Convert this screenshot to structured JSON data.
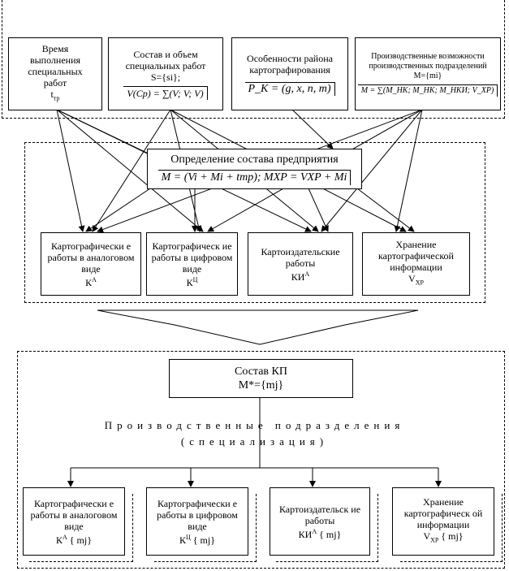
{
  "top_boxes": {
    "time": {
      "line1": "Время",
      "line2": "выполнения",
      "line3": "специальных",
      "line4": "работ",
      "symbol": "t",
      "symbol_sub": "тр"
    },
    "composition": {
      "line1": "Состав и объем",
      "line2": "специальных работ",
      "set": "S={si};",
      "formula": "V(Cp) = ∑(V; V; V)"
    },
    "region": {
      "line1": "Особенности района",
      "line2": "картографирования",
      "formula": "P_K = (g, x, n, m)"
    },
    "capacity": {
      "line1": "Производственные возможности",
      "line2": "производственных подразделений",
      "set": "M={mi}",
      "formula": "M = ∑(M_HK; M_HK; M_HKИ; V_XP)"
    }
  },
  "middle": {
    "title": "Определение состава предприятия",
    "formula": "M = (Vi + Mi + tтр); MXP = VXP + Mi"
  },
  "middle_boxes": [
    {
      "text": "Картографически е работы в аналоговом виде",
      "symbol": "К",
      "sup": "А"
    },
    {
      "text": "Картографическ ие работы в цифровом виде",
      "symbol": "К",
      "sup": "Ц"
    },
    {
      "text": "Картоиздательские работы",
      "symbol": "КИ",
      "sup": "А"
    },
    {
      "text": "Хранение картографической информации",
      "symbol": "V",
      "sub": "XP"
    }
  ],
  "bottom": {
    "kp_title": "Состав КП",
    "kp_set": "M*={mj}",
    "units_label": "Производственные подразделения",
    "spec_label": "(специализация)"
  },
  "bottom_boxes": [
    {
      "text": "Картографически е работы в аналоговом виде",
      "symbol": "К",
      "sup": "А",
      "set": "{ mj}"
    },
    {
      "text": "Картографически е работы в цифровом виде",
      "symbol": "К",
      "sup": "Ц",
      "set": "{ mj}"
    },
    {
      "text": "Картоиздательск ие работы",
      "symbol": "КИ",
      "sup": "А",
      "set": "{ mj}"
    },
    {
      "text": "Хранение картографическ ой информации",
      "symbol": "V",
      "sub": "XP",
      "set": "{ mj}"
    }
  ]
}
